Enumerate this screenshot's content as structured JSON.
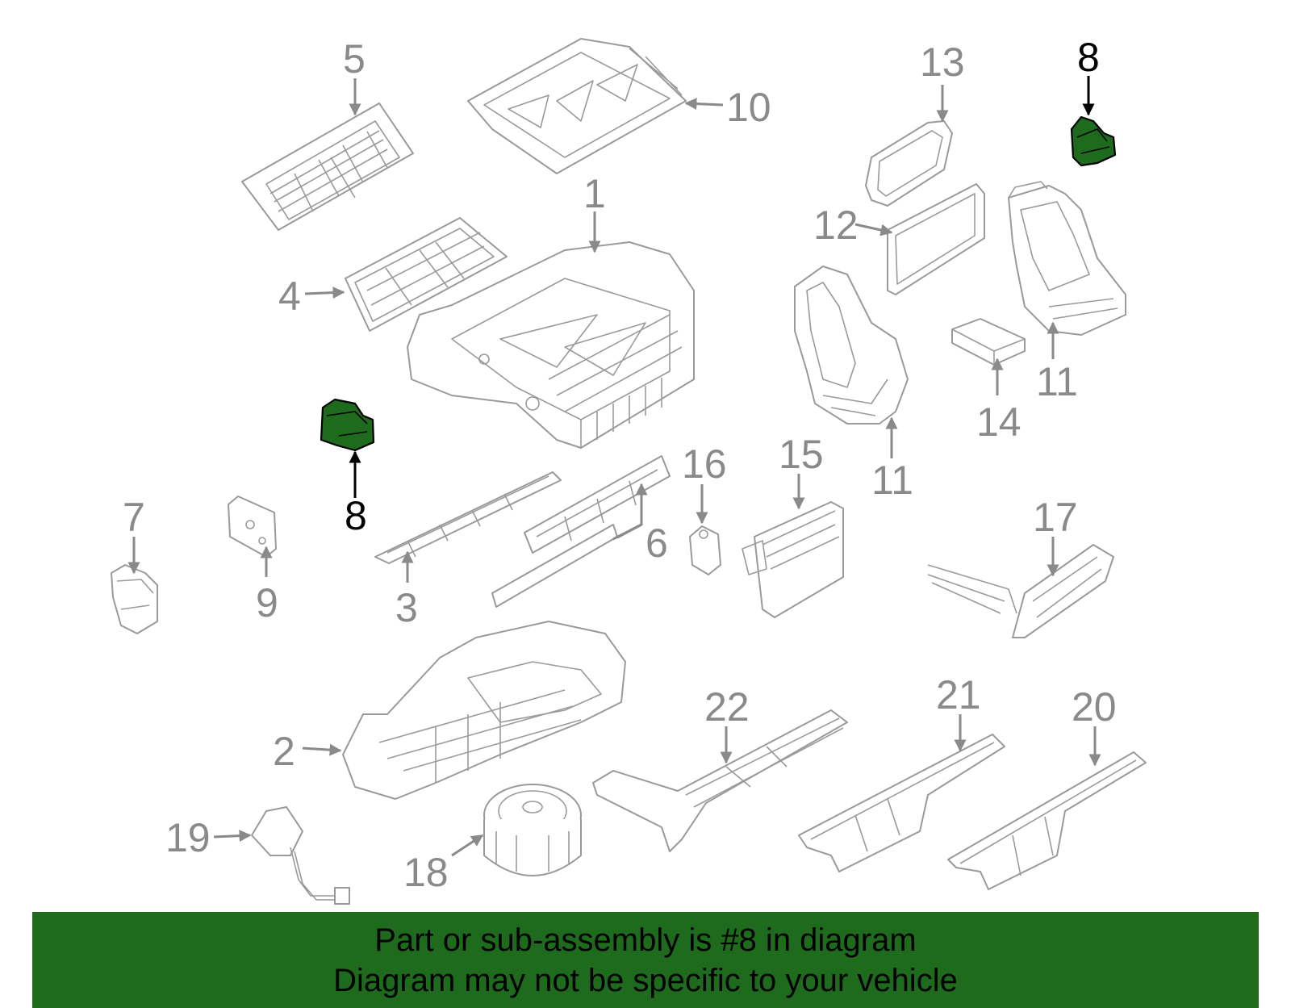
{
  "colors": {
    "highlight_fill": "#1e6b1e",
    "banner_background": "#1e6b1e",
    "part_stroke": "#9a9a9a",
    "label_gray": "#8a8a8a",
    "label_highlight": "#000000"
  },
  "callouts": {
    "c1": "1",
    "c2": "2",
    "c3": "3",
    "c4": "4",
    "c5": "5",
    "c6": "6",
    "c7": "7",
    "c8a": "8",
    "c8b": "8",
    "c9": "9",
    "c10": "10",
    "c11a": "11",
    "c11b": "11",
    "c12": "12",
    "c13": "13",
    "c14": "14",
    "c15": "15",
    "c16": "16",
    "c17": "17",
    "c18": "18",
    "c19": "19",
    "c20": "20",
    "c21": "21",
    "c22": "22"
  },
  "banner": {
    "line1": "Part or sub-assembly is #8 in diagram",
    "line2": "Diagram may not be specific to your vehicle"
  }
}
